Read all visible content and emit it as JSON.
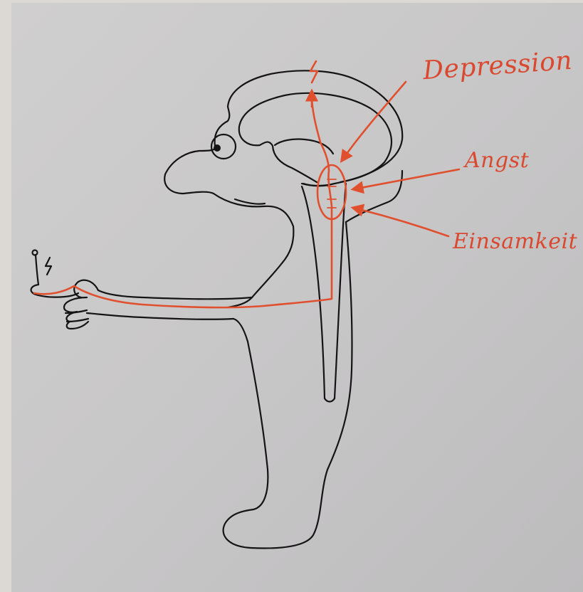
{
  "labels": {
    "depression": "Depression",
    "angst": "Angst",
    "einsamkeit": "Einsamkeit"
  },
  "colors": {
    "paper": "#c9c8c8",
    "ink": "#141414",
    "red_pen": "#e0502f",
    "border": "#dcd9d4"
  }
}
